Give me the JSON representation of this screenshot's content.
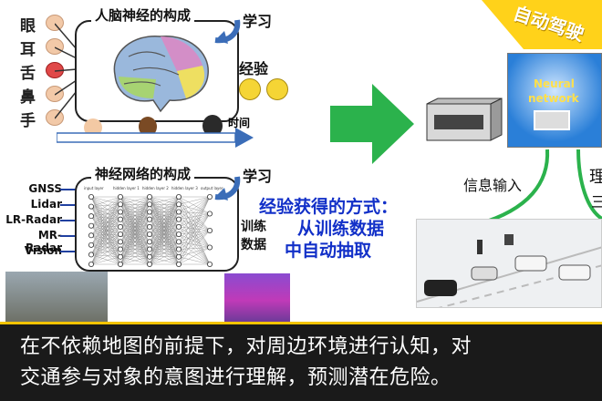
{
  "brain": {
    "title": "人脑神经的构成",
    "senses": [
      "眼",
      "耳",
      "舌",
      "鼻",
      "手"
    ],
    "learn": "学习",
    "experience": "经验",
    "time": "时间"
  },
  "nn": {
    "title": "神经网络的构成",
    "sensors": [
      "GNSS",
      "Lidar",
      "LR-Radar",
      "MR-Radar",
      "Vision"
    ],
    "learn": "学习",
    "train_line1": "训练",
    "train_line2": "数据",
    "layers": [
      "input layer",
      "hidden layer 1",
      "hidden layer 2",
      "hidden layer 3",
      "output layer"
    ]
  },
  "method": {
    "line1": "经验获得的方式：",
    "line2": "从训练数据",
    "line3": "中自动抽取"
  },
  "right": {
    "badge": "自动驾驶",
    "nn_label_1": "Neural",
    "nn_label_2": "network",
    "info_input": "信息输入",
    "cut_char_1": "理",
    "cut_char_2": "三"
  },
  "caption": {
    "line1": "在不依赖地图的前提下，对周边环境进行认知，对",
    "line2": "交通参与对象的意图进行理解，预测潜在危险。"
  },
  "colors": {
    "green_arrow": "#2bb24c",
    "blue_text": "#1230c8",
    "badge_bg": "#ffd21a",
    "caption_bg": "#1a1a1a"
  }
}
